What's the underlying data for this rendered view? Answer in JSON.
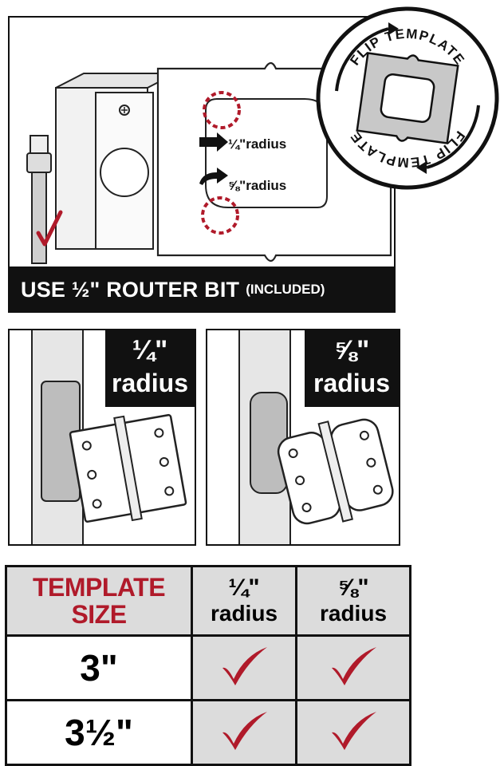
{
  "top": {
    "callout_quarter": "¼\"radius",
    "callout_five_eighths": "⅝\"radius",
    "flip_label": "FLIP TEMPLATE",
    "bar_main": "USE ½\" ROUTER BIT",
    "bar_small": "(INCLUDED)"
  },
  "hinges": [
    {
      "frac": "¼\"",
      "word": "radius"
    },
    {
      "frac": "⅝\"",
      "word": "radius"
    }
  ],
  "table": {
    "header_line1": "TEMPLATE",
    "header_line2": "SIZE",
    "col1_frac": "¼\"",
    "col1_word": "radius",
    "col2_frac": "⅝\"",
    "col2_word": "radius",
    "rows": [
      {
        "size": "3\"",
        "quarter": true,
        "five_eighths": true
      },
      {
        "size": "3½\"",
        "quarter": true,
        "five_eighths": true
      }
    ]
  },
  "colors": {
    "accent": "#b01a2a",
    "dark": "#111111",
    "grey": "#dcdcdc"
  }
}
